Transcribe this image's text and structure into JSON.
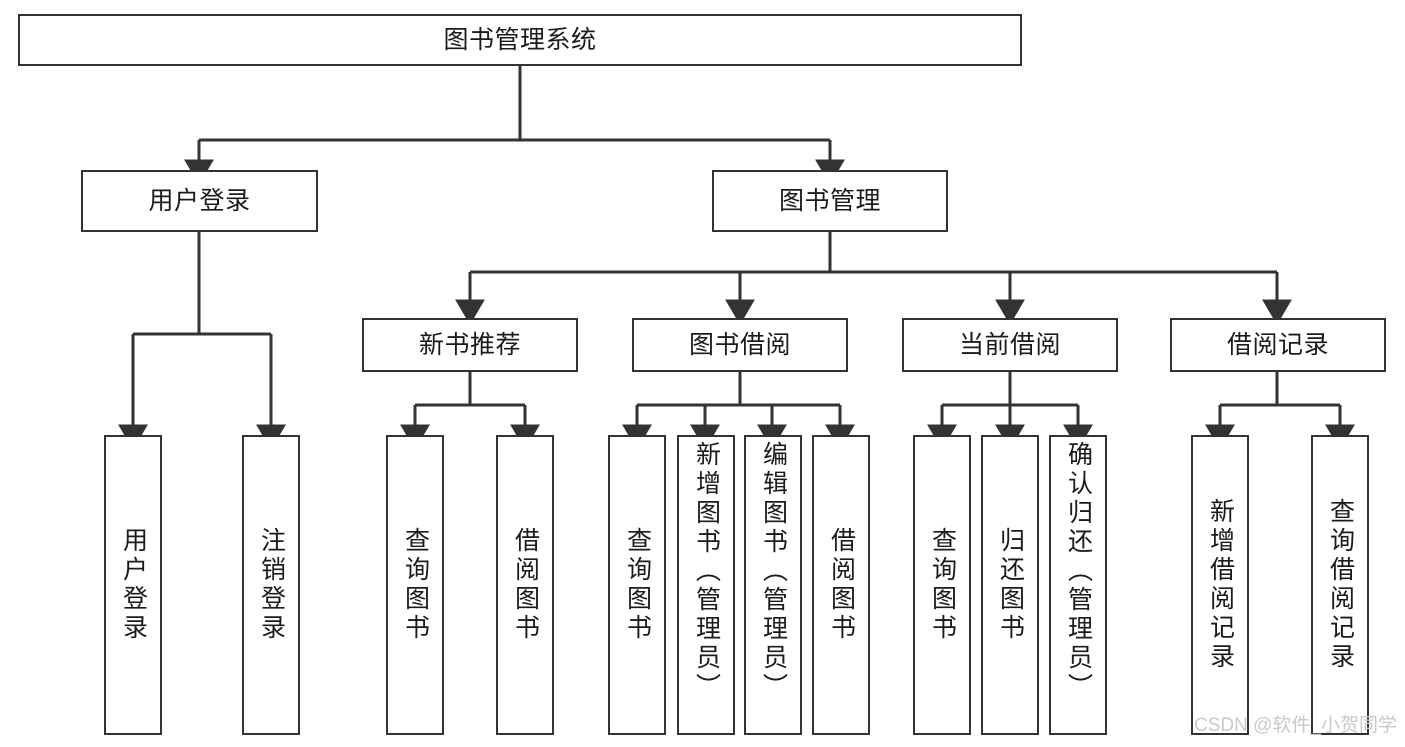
{
  "diagram": {
    "type": "tree-hierarchy-diagram",
    "title": "图书管理系统",
    "background_color": "#ffffff",
    "line_color": "#333333",
    "box_fill": "#ffffff",
    "text_color": "#1b1b1b"
  },
  "nodes": {
    "root": {
      "label": "图书管理系统"
    },
    "level2": [
      {
        "label": "用户登录"
      },
      {
        "label": "图书管理"
      }
    ],
    "level3": [
      {
        "label": "新书推荐"
      },
      {
        "label": "图书借阅"
      },
      {
        "label": "当前借阅"
      },
      {
        "label": "借阅记录"
      }
    ],
    "leaves": {
      "user_login": [
        {
          "label": "用户登录"
        },
        {
          "label": "注销登录"
        }
      ],
      "new_book_recommend": [
        {
          "label": "查询图书"
        },
        {
          "label": "借阅图书"
        }
      ],
      "book_borrow": [
        {
          "label": "查询图书"
        },
        {
          "label": "新增图书（管理员）"
        },
        {
          "label": "编辑图书（管理员）"
        },
        {
          "label": "借阅图书"
        }
      ],
      "current_borrow": [
        {
          "label": "查询图书"
        },
        {
          "label": "归还图书"
        },
        {
          "label": "确认归还（管理员）"
        }
      ],
      "borrow_record": [
        {
          "label": "新增借阅记录"
        },
        {
          "label": "查询借阅记录"
        }
      ]
    }
  },
  "watermark": {
    "text": "CSDN @软件_小贺同学",
    "color": "#c9c9c9"
  }
}
